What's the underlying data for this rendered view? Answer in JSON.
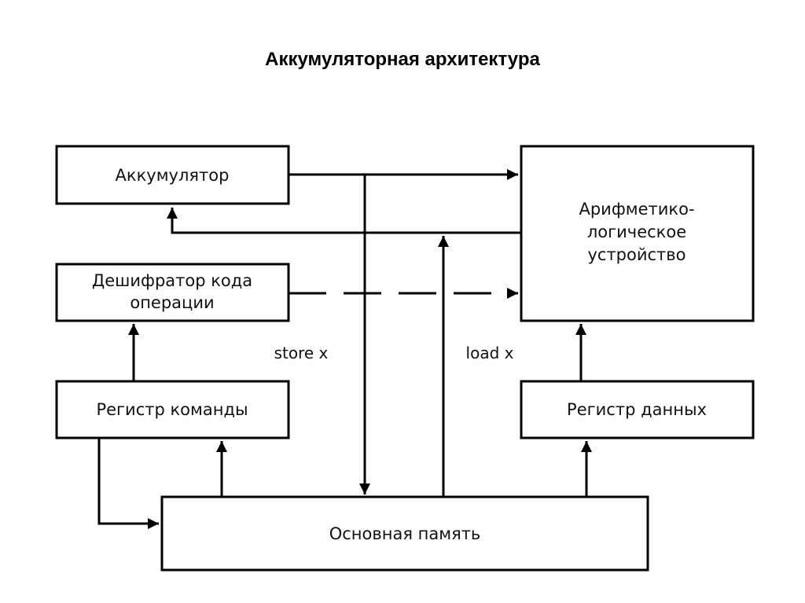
{
  "title": "Аккумуляторная архитектура",
  "blocks": {
    "accumulator": "Аккумулятор",
    "decoder_line1": "Дешифратор кода",
    "decoder_line2": "операции",
    "alu_line1": "Арифметико-",
    "alu_line2": "логическое",
    "alu_line3": "устройство",
    "instruction_register": "Регистр команды",
    "data_register": "Регистр данных",
    "main_memory": "Основная память"
  },
  "edge_labels": {
    "store": "store x",
    "load": "load x"
  }
}
